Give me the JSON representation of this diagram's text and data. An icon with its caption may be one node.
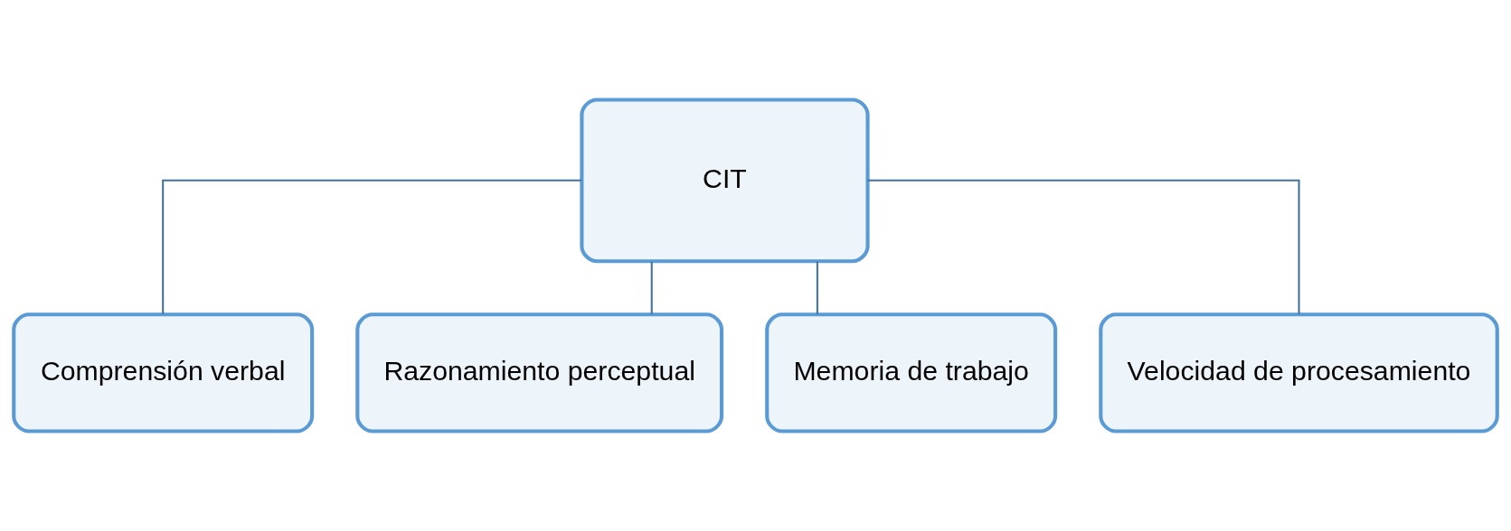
{
  "diagram": {
    "nodes": [
      {
        "text": [
          "CIT"
        ]
      },
      {
        "text": [
          "Comprensión verbal"
        ]
      },
      {
        "text": [
          "Razonamiento perceptual"
        ]
      },
      {
        "text": [
          "Memoria de trabajo"
        ]
      },
      {
        "text": [
          "Velocidad de procesamiento"
        ]
      }
    ],
    "edges": [
      {
        "from": 0,
        "to": 1,
        "arrow": "none"
      },
      {
        "from": 0,
        "to": 2,
        "arrow": "none"
      },
      {
        "from": 0,
        "to": 3,
        "arrow": "none"
      },
      {
        "from": 0,
        "to": 4,
        "arrow": "none"
      }
    ]
  }
}
